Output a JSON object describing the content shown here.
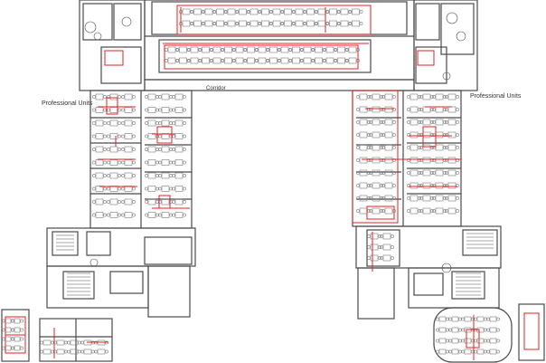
{
  "labels": {
    "left_wing": "Professional Units",
    "right_wing": "Professional Units",
    "bridge": "Corridor"
  },
  "colors": {
    "wall": "#4a4a4a",
    "furniture": "#7a7a7a",
    "markup": "#e02020",
    "background": "#ffffff"
  }
}
